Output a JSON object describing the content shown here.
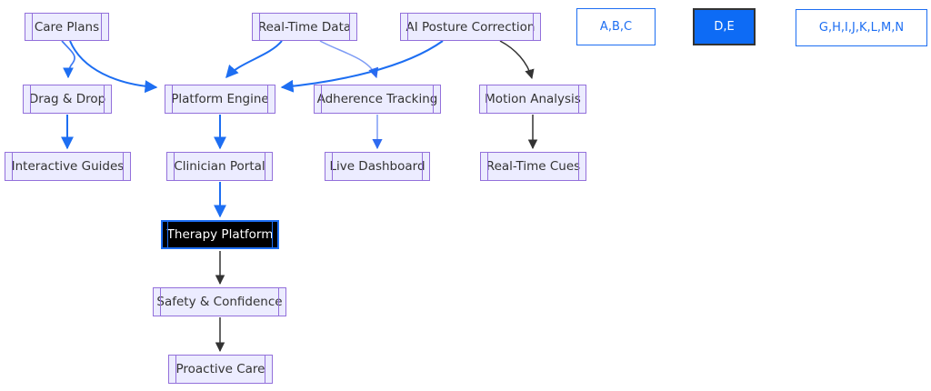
{
  "diagram": {
    "type": "flowchart",
    "nodes": [
      {
        "id": "care-plans",
        "label": "Care Plans"
      },
      {
        "id": "real-time-data",
        "label": "Real-Time Data"
      },
      {
        "id": "ai-posture-correction",
        "label": "AI Posture Correction"
      },
      {
        "id": "drag-drop",
        "label": "Drag & Drop"
      },
      {
        "id": "platform-engine",
        "label": "Platform Engine"
      },
      {
        "id": "adherence-tracking",
        "label": "Adherence Tracking"
      },
      {
        "id": "motion-analysis",
        "label": "Motion Analysis"
      },
      {
        "id": "interactive-guides",
        "label": "Interactive Guides"
      },
      {
        "id": "clinician-portal",
        "label": "Clinician Portal"
      },
      {
        "id": "live-dashboard",
        "label": "Live Dashboard"
      },
      {
        "id": "real-time-cues",
        "label": "Real-Time Cues"
      },
      {
        "id": "therapy-platform",
        "label": "Therapy Platform",
        "highlighted": true
      },
      {
        "id": "safety-confidence",
        "label": "Safety & Confidence"
      },
      {
        "id": "proactive-care",
        "label": "Proactive Care"
      }
    ],
    "edges": [
      {
        "from": "Care Plans",
        "to": "Drag & Drop",
        "color": "blue"
      },
      {
        "from": "Care Plans",
        "to": "Platform Engine",
        "color": "blue"
      },
      {
        "from": "Real-Time Data",
        "to": "Platform Engine",
        "color": "blue"
      },
      {
        "from": "Real-Time Data",
        "to": "Adherence Tracking",
        "color": "light-blue"
      },
      {
        "from": "AI Posture Correction",
        "to": "Platform Engine",
        "color": "blue"
      },
      {
        "from": "AI Posture Correction",
        "to": "Motion Analysis",
        "color": "dark"
      },
      {
        "from": "Drag & Drop",
        "to": "Interactive Guides",
        "color": "blue"
      },
      {
        "from": "Platform Engine",
        "to": "Clinician Portal",
        "color": "blue"
      },
      {
        "from": "Adherence Tracking",
        "to": "Live Dashboard",
        "color": "light-blue"
      },
      {
        "from": "Motion Analysis",
        "to": "Real-Time Cues",
        "color": "dark"
      },
      {
        "from": "Clinician Portal",
        "to": "Therapy Platform",
        "color": "blue"
      },
      {
        "from": "Therapy Platform",
        "to": "Safety & Confidence",
        "color": "dark"
      },
      {
        "from": "Safety & Confidence",
        "to": "Proactive Care",
        "color": "dark"
      }
    ],
    "legend": {
      "items": [
        {
          "label": "A,B,C",
          "style": "outline"
        },
        {
          "label": "D,E",
          "style": "filled"
        },
        {
          "label": "G,H,I,J,K,L,M,N",
          "style": "outline"
        }
      ]
    },
    "colors": {
      "node_fill": "#ECECFF",
      "node_border": "#9370DB",
      "node_text": "#333333",
      "edge_blue": "#1d6ef2",
      "edge_light_blue": "#7e9cf5",
      "edge_dark": "#333333",
      "highlight_fill": "#000000",
      "highlight_border": "#1d6ef2",
      "highlight_text": "#ffffff",
      "legend_blue": "#1d6ef2",
      "legend_filled_fill": "#0d6bf5",
      "legend_filled_border": "#333333"
    }
  }
}
